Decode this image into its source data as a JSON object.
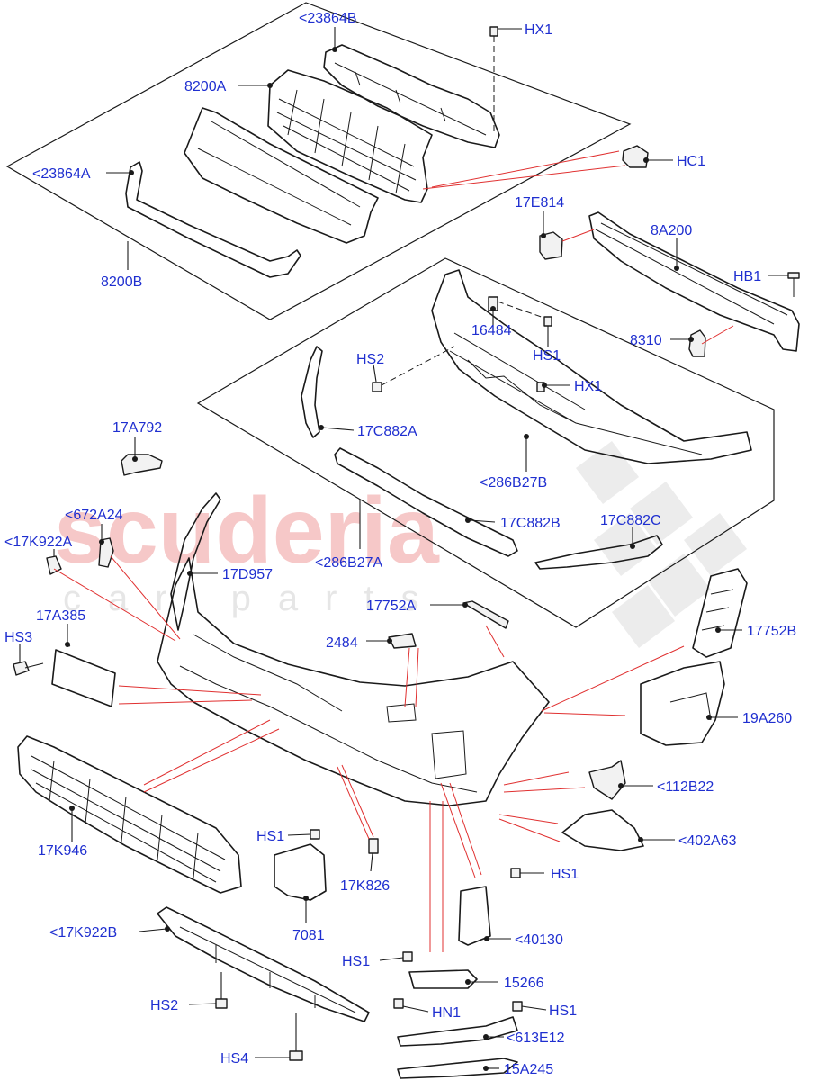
{
  "watermark": {
    "brand": "scuderia",
    "subtitle": "car parts"
  },
  "labels": {
    "hx1_top": "HX1",
    "p23864b": "<23864B",
    "p8200a": "8200A",
    "hc1": "HC1",
    "p23864a": "<23864A",
    "p17e814": "17E814",
    "p8a200": "8A200",
    "p8200b": "8200B",
    "hb1": "HB1",
    "p16484": "16484",
    "p8310": "8310",
    "hs1_mid": "HS1",
    "hs2_mid": "HS2",
    "hx1_mid": "HX1",
    "p17a792": "17A792",
    "p17c882a": "17C882A",
    "p286b27b": "<286B27B",
    "p672a24": "<672A24",
    "p17c882b": "17C882B",
    "p17c882c": "17C882C",
    "p17k922a": "<17K922A",
    "p286b27a": "<286B27A",
    "p17d957": "17D957",
    "p17752a": "17752A",
    "p17a385": "17A385",
    "p17752b": "17752B",
    "hs3": "HS3",
    "p2484": "2484",
    "p19a260": "19A260",
    "p112b22": "<112B22",
    "p17k946": "17K946",
    "p402a63": "<402A63",
    "hs1_a": "HS1",
    "p17k826": "17K826",
    "hs1_b": "HS1",
    "p7081": "7081",
    "p40130": "<40130",
    "p17k922b": "<17K922B",
    "hs1_c": "HS1",
    "p15266": "15266",
    "hs2_low": "HS2",
    "hn1": "HN1",
    "hs1_d": "HS1",
    "p613e12": "<613E12",
    "hs4": "HS4",
    "p15a245": "15A245"
  }
}
